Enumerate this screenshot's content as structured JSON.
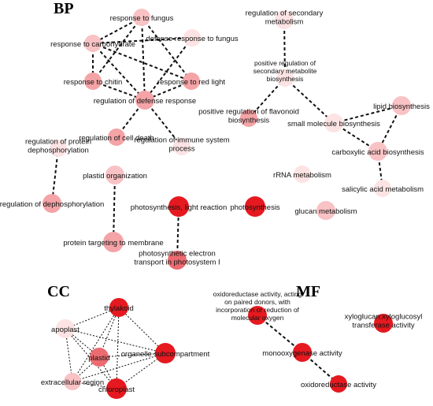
{
  "sections": [
    {
      "id": "bp",
      "label": "BP"
    },
    {
      "id": "cc",
      "label": "CC"
    },
    {
      "id": "mf",
      "label": "MF"
    }
  ],
  "colors": {
    "level1": "#fde3e3",
    "level2": "#f9c2c4",
    "level3": "#f4a3a6",
    "level4": "#ec6b70",
    "level5": "#e5191f"
  },
  "nodes": [
    {
      "id": "fungus",
      "lines": [
        "response to fungus"
      ],
      "level": 2
    },
    {
      "id": "defense_fungus",
      "lines": [
        "defense response to fungus"
      ],
      "level": 1
    },
    {
      "id": "carbohydrate",
      "lines": [
        "response to carbohydrate"
      ],
      "level": 2
    },
    {
      "id": "chitin",
      "lines": [
        "response to chitin"
      ],
      "level": 3
    },
    {
      "id": "red_light",
      "lines": [
        "response to red light"
      ],
      "level": 3
    },
    {
      "id": "defense_reg",
      "lines": [
        "regulation of defense response"
      ],
      "level": 3
    },
    {
      "id": "cell_death",
      "lines": [
        "regulation of cell death"
      ],
      "level": 3
    },
    {
      "id": "immune",
      "lines": [
        "regulation of immune system",
        "process"
      ],
      "level": 1
    },
    {
      "id": "prot_dephos",
      "lines": [
        "regulation of protein",
        "dephosphorylation"
      ],
      "level": 1
    },
    {
      "id": "dephos",
      "lines": [
        "regulation of dephosphorylation"
      ],
      "level": 3
    },
    {
      "id": "plastid_org",
      "lines": [
        "plastid organization"
      ],
      "level": 2
    },
    {
      "id": "prot_target",
      "lines": [
        "protein targeting to membrane"
      ],
      "level": 3
    },
    {
      "id": "photo_light",
      "lines": [
        "photosynthesis, light reaction"
      ],
      "level": 5
    },
    {
      "id": "photosynthesis",
      "lines": [
        "photosynthesis"
      ],
      "level": 5
    },
    {
      "id": "electron",
      "lines": [
        "photosynthetic electron",
        "transport in photosystem I"
      ],
      "level": 4
    },
    {
      "id": "sec_met",
      "lines": [
        "regulation of secondary",
        "metabolism"
      ],
      "level": 1
    },
    {
      "id": "pos_sec",
      "lines": [
        "positive regulation of",
        "secondary metabolite",
        "biosynthesis"
      ],
      "level": 1
    },
    {
      "id": "flavonoid",
      "lines": [
        "positive regulation of flavonoid",
        "biosynthesis"
      ],
      "level": 3
    },
    {
      "id": "small_mol",
      "lines": [
        "small molecule biosynthesis"
      ],
      "level": 1
    },
    {
      "id": "lipid",
      "lines": [
        "lipid biosynthesis"
      ],
      "level": 2
    },
    {
      "id": "carboxylic",
      "lines": [
        "carboxylic acid biosynthesis"
      ],
      "level": 2
    },
    {
      "id": "salicylic",
      "lines": [
        "salicylic acid metabolism"
      ],
      "level": 1
    },
    {
      "id": "rrna",
      "lines": [
        "rRNA metabolism"
      ],
      "level": 1
    },
    {
      "id": "glucan",
      "lines": [
        "glucan metabolism"
      ],
      "level": 2
    },
    {
      "id": "thylakoid",
      "lines": [
        "thylakoid"
      ],
      "level": 5
    },
    {
      "id": "apoplast",
      "lines": [
        "apoplast"
      ],
      "level": 1
    },
    {
      "id": "plastid",
      "lines": [
        "plastid"
      ],
      "level": 4
    },
    {
      "id": "organelle",
      "lines": [
        "organelle subcompartment"
      ],
      "level": 5
    },
    {
      "id": "extracellular",
      "lines": [
        "extracellular region"
      ],
      "level": 2
    },
    {
      "id": "chloroplast",
      "lines": [
        "chloroplast"
      ],
      "level": 5
    },
    {
      "id": "oxido_acting",
      "lines": [
        "oxidoreductase activity, acting",
        "on paired donors, with",
        "incorporation or reduction of",
        "molecular oxygen"
      ],
      "level": 5
    },
    {
      "id": "monooxygenase",
      "lines": [
        "monooxygenase activity"
      ],
      "level": 5
    },
    {
      "id": "oxido",
      "lines": [
        "oxidoreductase activity"
      ],
      "level": 5
    },
    {
      "id": "xyloglucan",
      "lines": [
        "xyloglucan:xyloglucosyl",
        "transferase activity"
      ],
      "level": 5
    }
  ],
  "edges": [
    [
      "fungus",
      "carbohydrate"
    ],
    [
      "fungus",
      "chitin"
    ],
    [
      "fungus",
      "defense_reg"
    ],
    [
      "fungus",
      "red_light"
    ],
    [
      "defense_fungus",
      "carbohydrate"
    ],
    [
      "defense_fungus",
      "defense_reg"
    ],
    [
      "carbohydrate",
      "chitin"
    ],
    [
      "carbohydrate",
      "red_light"
    ],
    [
      "carbohydrate",
      "defense_reg"
    ],
    [
      "chitin",
      "defense_reg"
    ],
    [
      "red_light",
      "defense_reg"
    ],
    [
      "defense_reg",
      "cell_death"
    ],
    [
      "defense_reg",
      "immune"
    ],
    [
      "prot_dephos",
      "dephos"
    ],
    [
      "plastid_org",
      "prot_target"
    ],
    [
      "photo_light",
      "electron"
    ],
    [
      "sec_met",
      "pos_sec"
    ],
    [
      "pos_sec",
      "flavonoid"
    ],
    [
      "pos_sec",
      "small_mol"
    ],
    [
      "small_mol",
      "lipid"
    ],
    [
      "small_mol",
      "carboxylic"
    ],
    [
      "lipid",
      "carboxylic"
    ],
    [
      "carboxylic",
      "salicylic"
    ],
    [
      "thylakoid",
      "apoplast"
    ],
    [
      "thylakoid",
      "plastid"
    ],
    [
      "thylakoid",
      "organelle"
    ],
    [
      "thylakoid",
      "extracellular"
    ],
    [
      "thylakoid",
      "chloroplast"
    ],
    [
      "apoplast",
      "plastid"
    ],
    [
      "apoplast",
      "organelle"
    ],
    [
      "apoplast",
      "extracellular"
    ],
    [
      "apoplast",
      "chloroplast"
    ],
    [
      "plastid",
      "organelle"
    ],
    [
      "plastid",
      "extracellular"
    ],
    [
      "plastid",
      "chloroplast"
    ],
    [
      "organelle",
      "extracellular"
    ],
    [
      "organelle",
      "chloroplast"
    ],
    [
      "extracellular",
      "chloroplast"
    ],
    [
      "oxido_acting",
      "monooxygenase"
    ],
    [
      "monooxygenase",
      "oxido"
    ]
  ]
}
